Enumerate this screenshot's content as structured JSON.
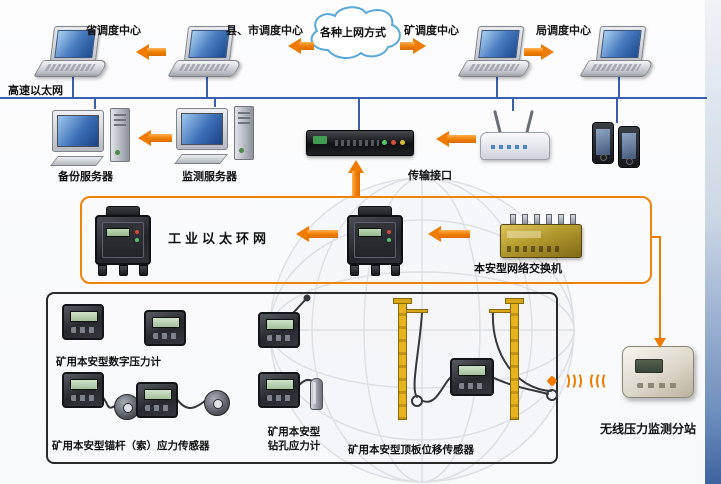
{
  "colors": {
    "arrow_orange": "#ef7c00",
    "bus_blue": "#3b5fad",
    "ring_border": "#ee8309",
    "cloud_border": "#58a8d8"
  },
  "top_row": {
    "cloud_label": "各种上网方式",
    "centers": [
      {
        "label": "省调度中心"
      },
      {
        "label": "县、市调度中心"
      },
      {
        "label": "矿调度中心"
      },
      {
        "label": "局调度中心"
      }
    ]
  },
  "backbone_label": "高速以太网",
  "middle_row": {
    "backup_server_label": "备份服务器",
    "monitor_server_label": "监测服务器",
    "transmission_label": "传输接口"
  },
  "ring_section": {
    "ring_label": "工业以太环网",
    "switch_label": "本安型网络交换机"
  },
  "sensor_section": {
    "digital_pressure_label": "矿用本安型数字压力计",
    "anchor_stress_label": "矿用本安型锚杆（索）应力传感器",
    "borehole_label_line1": "矿用本安型",
    "borehole_label_line2": "钻孔应力计",
    "roof_displacement_label": "矿用本安型顶板位移传感器"
  },
  "wireless_station_label": "无线压力监测分站",
  "icons": {
    "laptop-computer": "css-shape",
    "internet-cloud": "svg-shape",
    "desktop-server": "css-shape",
    "transmission-rack": "css-shape",
    "wireless-router": "css-shape",
    "mobile-phone": "css-shape",
    "mine-substation-device": "css-shape",
    "network-switch": "css-shape",
    "pressure-gauge": "css-shape",
    "ring-stress-sensor": "css-shape",
    "borehole-probe": "css-shape",
    "displacement-pole": "css-shape",
    "wireless-substation": "css-shape",
    "signal-waves": "css-arcs"
  }
}
